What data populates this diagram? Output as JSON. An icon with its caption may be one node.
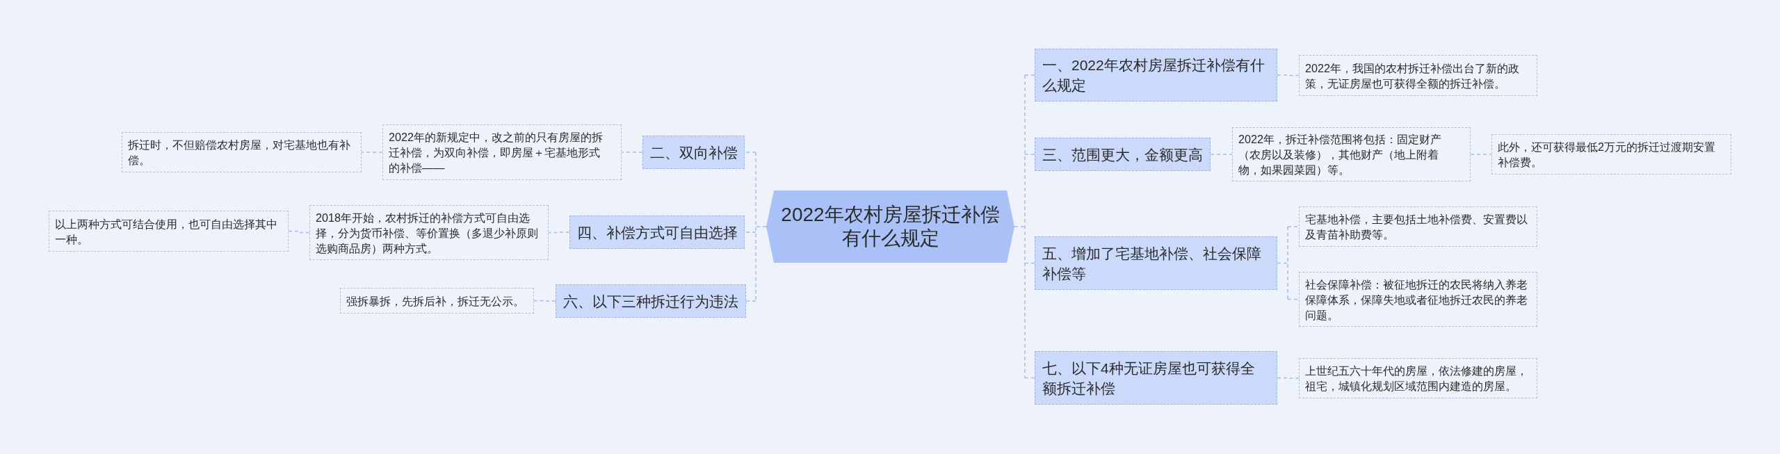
{
  "diagram": {
    "nodes": [
      {
        "text": [
          "2022年农村房屋拆迁补偿有什么规定"
        ]
      },
      {
        "text": [
          "一、2022年农村房屋拆迁补偿有什么规定"
        ]
      },
      {
        "text": [
          "2022年，我国的农村拆迁补偿出台了新的政策，无证房屋也可获得全额的拆迁补偿。"
        ]
      },
      {
        "text": [
          "二、双向补偿"
        ]
      },
      {
        "text": [
          "2022年的新规定中，改之前的只有房屋的拆迁补偿，为双向补偿，即房屋＋宅基地形式的补偿——"
        ]
      },
      {
        "text": [
          "拆迁时，不但赔偿农村房屋，对宅基地也有补偿。"
        ]
      },
      {
        "text": [
          "三、范围更大，金额更高"
        ]
      },
      {
        "text": [
          "2022年，拆迁补偿范围将包括：固定财产（农房以及装修），其他财产（地上附着物，如果园菜园）等。"
        ]
      },
      {
        "text": [
          "此外，还可获得最低2万元的拆迁过渡期安置补偿费。"
        ]
      },
      {
        "text": [
          "四、补偿方式可自由选择"
        ]
      },
      {
        "text": [
          "2018年开始，农村拆迁的补偿方式可自由选择，分为货币补偿、等价置换（多退少补原则选购商品房）两种方式。"
        ]
      },
      {
        "text": [
          "以上两种方式可结合使用，也可自由选择其中一种。"
        ]
      },
      {
        "text": [
          "五、增加了宅基地补偿、社会保障补偿等"
        ]
      },
      {
        "text": [
          "宅基地补偿，主要包括土地补偿费、安置费以及青苗补助费等。"
        ]
      },
      {
        "text": [
          "社会保障补偿：被征地拆迁的农民将纳入养老保障体系，保障失地或者征地拆迁农民的养老问题。"
        ]
      },
      {
        "text": [
          "六、以下三种拆迁行为违法"
        ]
      },
      {
        "text": [
          "强拆暴拆，先拆后补，拆迁无公示。"
        ]
      },
      {
        "text": [
          "七、以下4种无证房屋也可获得全额拆迁补偿"
        ]
      },
      {
        "text": [
          "上世纪五六十年代的房屋，依法修建的房屋，祖宅，城镇化规划区域范围内建造的房屋。"
        ]
      }
    ],
    "edges": [
      {
        "from": 0,
        "to": 1,
        "arrow": "none"
      },
      {
        "from": 1,
        "to": 2,
        "arrow": "none"
      },
      {
        "from": 0,
        "to": 3,
        "arrow": "none"
      },
      {
        "from": 3,
        "to": 4,
        "arrow": "none"
      },
      {
        "from": 4,
        "to": 5,
        "arrow": "none"
      },
      {
        "from": 0,
        "to": 6,
        "arrow": "none"
      },
      {
        "from": 6,
        "to": 7,
        "arrow": "none"
      },
      {
        "from": 7,
        "to": 8,
        "arrow": "none"
      },
      {
        "from": 0,
        "to": 9,
        "arrow": "none"
      },
      {
        "from": 9,
        "to": 10,
        "arrow": "none"
      },
      {
        "from": 10,
        "to": 11,
        "arrow": "none"
      },
      {
        "from": 0,
        "to": 12,
        "arrow": "none"
      },
      {
        "from": 12,
        "to": 13,
        "arrow": "none"
      },
      {
        "from": 12,
        "to": 14,
        "arrow": "none"
      },
      {
        "from": 0,
        "to": 15,
        "arrow": "none"
      },
      {
        "from": 15,
        "to": 16,
        "arrow": "none"
      },
      {
        "from": 0,
        "to": 17,
        "arrow": "none"
      },
      {
        "from": 17,
        "to": 18,
        "arrow": "none"
      }
    ]
  }
}
